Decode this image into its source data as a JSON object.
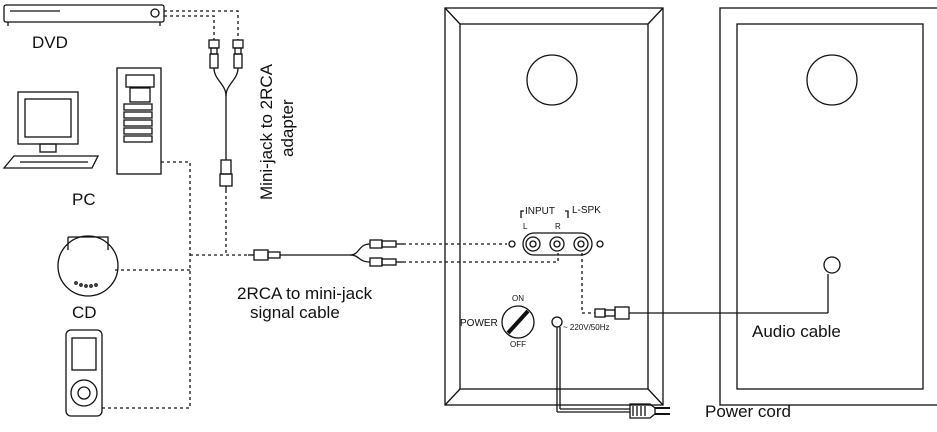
{
  "devices": {
    "dvd": "DVD",
    "pc": "PC",
    "cd": "CD"
  },
  "adapter": {
    "line1": "Mini-jack to 2RCA",
    "line2": "adapter"
  },
  "signal_cable": {
    "line1": "2RCA to mini-jack",
    "line2": "signal cable"
  },
  "panel": {
    "input": "INPUT",
    "left": "L",
    "right": "R",
    "lspk": "L-SPK",
    "power": "POWER",
    "on": "ON",
    "off": "OFF",
    "voltage": "~ 220V/50Hz"
  },
  "cables": {
    "audio": "Audio cable",
    "power_cord": "Power cord"
  }
}
